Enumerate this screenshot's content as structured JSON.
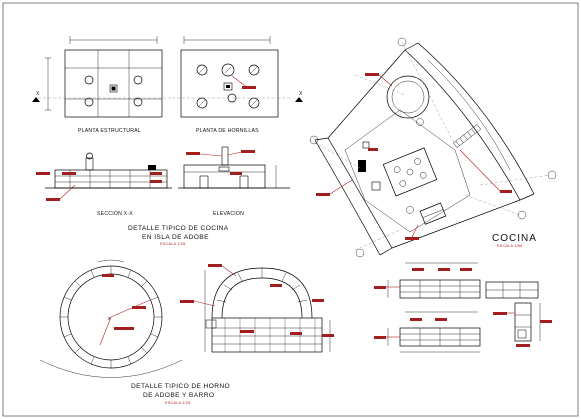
{
  "sheet": {
    "labels": {
      "planta_estructural": "PLANTA ESTRUCTURAL",
      "planta_hornillas": "PLANTA DE HORNILLAS",
      "seccion": "SECCION X-X",
      "elevacion": "ELEVACION",
      "detalle_cocina_1": "DETALLE TIPICO DE COCINA",
      "detalle_cocina_2": "EN ISLA DE ADOBE",
      "detalle_horno_1": "DETALLE TIPICO DE HORNO",
      "detalle_horno_2": "DE ADOBE Y BARRO",
      "cocina": "COCINA",
      "escala_125": "ESCALA 1/25",
      "escala_125b": "ESCALA 1/25",
      "escala_150": "ESCALA 1/50",
      "section_mark": "X"
    },
    "colors": {
      "line": "#000000",
      "annotation": "#a31f1f",
      "background": "#ffffff"
    }
  }
}
